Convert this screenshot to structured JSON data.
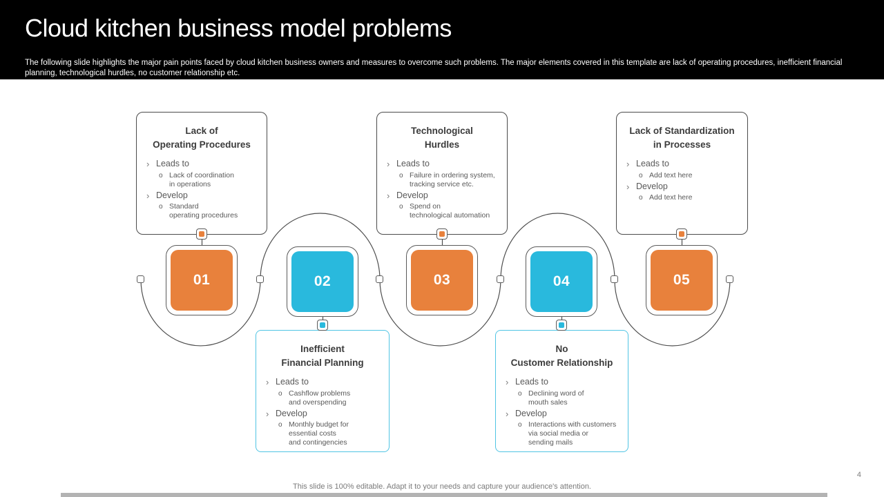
{
  "header": {
    "title": "Cloud kitchen business model problems",
    "subtitle": "The following slide highlights the major pain points faced by cloud kitchen business owners and measures to overcome such problems. The major elements covered in this template are lack of operating procedures, inefficient financial planning, technological hurdles, no customer relationship etc."
  },
  "bullets": {
    "level1": "›",
    "level2": "o"
  },
  "colors": {
    "orange": "#E8813C",
    "cyan": "#29B9DD",
    "header_bg": "#000000",
    "card_border_dark": "#4A4A4A",
    "card_border_cyan": "#4FC4E4",
    "line": "#4D4D4D",
    "text_dark": "#3B3B3B",
    "text_body": "#595959",
    "footer_text": "#7A7A7A",
    "bottom_strip": "#B3B3B3"
  },
  "steps": [
    {
      "number": "01",
      "title": "Lack of\nOperating Procedures",
      "items": [
        {
          "label": "Leads to",
          "sub": "Lack of coordination\nin operations"
        },
        {
          "label": "Develop",
          "sub": "Standard\noperating procedures"
        }
      ]
    },
    {
      "number": "02",
      "title": "Inefficient\nFinancial Planning",
      "items": [
        {
          "label": "Leads to",
          "sub": "Cashflow problems\nand overspending"
        },
        {
          "label": "Develop",
          "sub": "Monthly budget for\nessential costs\nand contingencies"
        }
      ]
    },
    {
      "number": "03",
      "title": "Technological\nHurdles",
      "items": [
        {
          "label": "Leads to",
          "sub": "Failure in ordering system,\ntracking service etc."
        },
        {
          "label": "Develop",
          "sub": "Spend on\ntechnological automation"
        }
      ]
    },
    {
      "number": "04",
      "title": "No\nCustomer Relationship",
      "items": [
        {
          "label": "Leads to",
          "sub": "Declining word of\nmouth sales"
        },
        {
          "label": "Develop",
          "sub": "Interactions with customers\nvia social media or\nsending mails"
        }
      ]
    },
    {
      "number": "05",
      "title": "Lack of Standardization\nin Processes",
      "items": [
        {
          "label": "Leads to",
          "sub": "Add text here"
        },
        {
          "label": "Develop",
          "sub": "Add text here"
        }
      ]
    }
  ],
  "footer": {
    "note": "This slide is 100% editable. Adapt it to your needs and capture your audience's attention.",
    "page_number": "4"
  }
}
